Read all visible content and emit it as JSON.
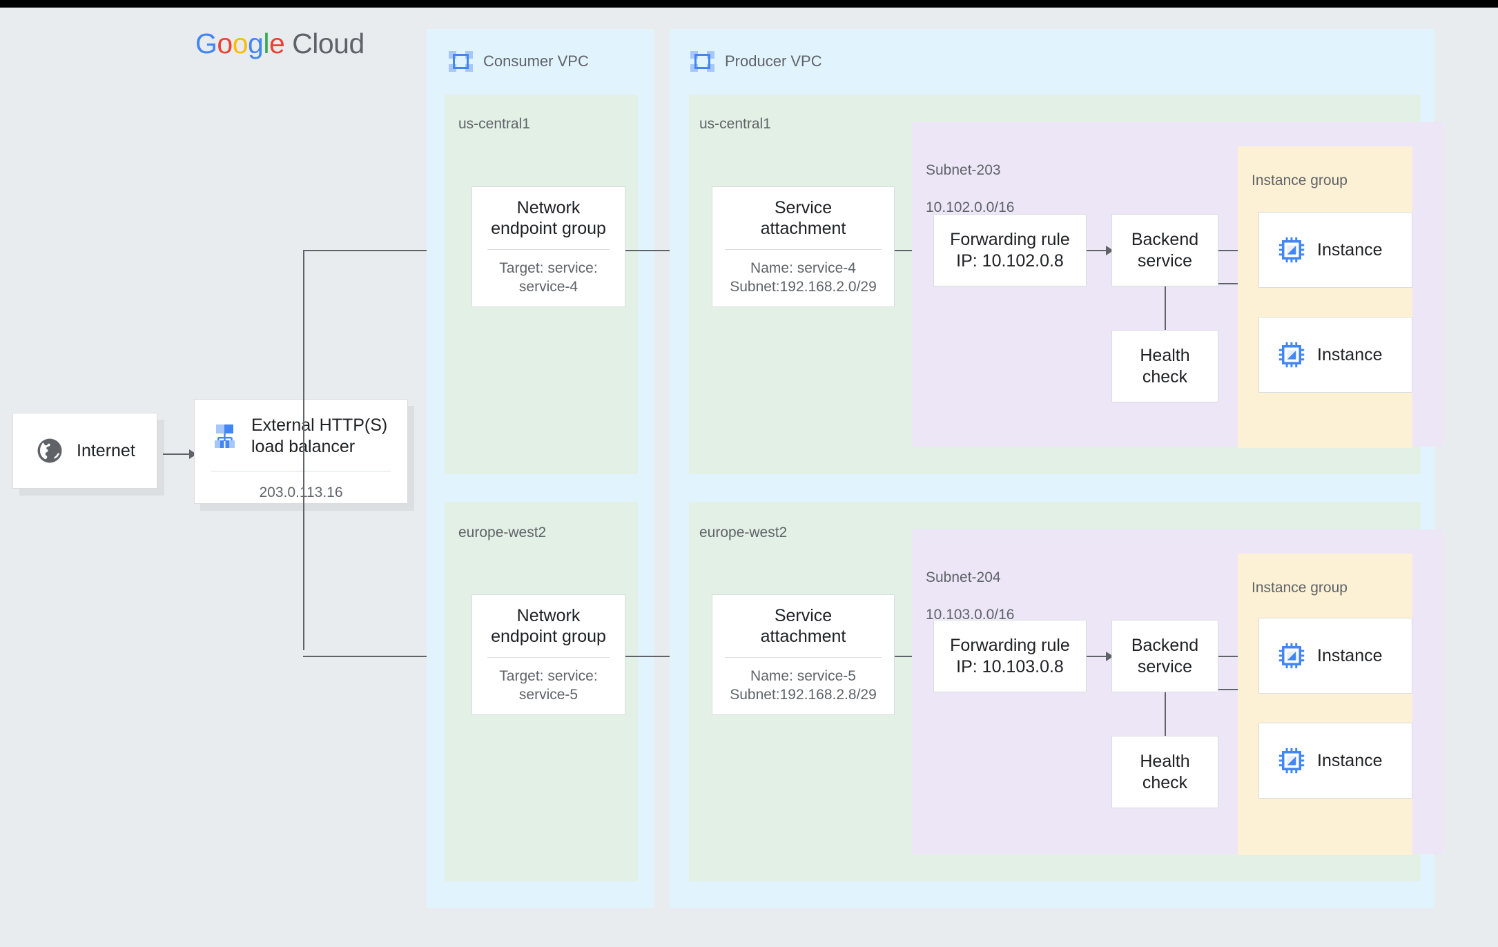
{
  "brand": {
    "google": "Google",
    "cloud": "Cloud",
    "colors": {
      "blue": "#4285f4",
      "red": "#ea4335",
      "yellow": "#fbbc05",
      "green": "#34a853",
      "gray": "#5f6368"
    }
  },
  "palette": {
    "canvas": "#e9ecef",
    "vpc": "#e1f3fd",
    "region": "#e3f0e6",
    "subnet": "#ece6f7",
    "instance_group": "#fdf1d5",
    "card": "#ffffff",
    "border": "#dadce0",
    "text": "#202124",
    "muted": "#5f6368",
    "connector": "#5f6368",
    "icon_blue": "#4285f4"
  },
  "internet": {
    "label": "Internet",
    "icon": "globe-icon"
  },
  "load_balancer": {
    "title": "External HTTP(S)\nload balancer",
    "ip": "203.0.113.16",
    "icon": "load-balancer-icon"
  },
  "consumer_vpc": {
    "title": "Consumer VPC",
    "icon": "vpc-icon",
    "regions": [
      {
        "name": "us-central1",
        "neg": {
          "title": "Network\nendpoint group",
          "sub": "Target: service:\nservice-4"
        }
      },
      {
        "name": "europe-west2",
        "neg": {
          "title": "Network\nendpoint group",
          "sub": "Target: service:\nservice-5"
        }
      }
    ]
  },
  "producer_vpc": {
    "title": "Producer VPC",
    "icon": "vpc-icon",
    "regions": [
      {
        "name": "us-central1",
        "service_attachment": {
          "title": "Service\nattachment",
          "sub": "Name: service-4\nSubnet:192.168.2.0/29"
        },
        "subnet": {
          "name": "Subnet-203",
          "cidr": "10.102.0.0/16"
        },
        "forwarding_rule": {
          "title": "Forwarding rule\nIP: 10.102.0.8"
        },
        "backend_service": {
          "title": "Backend\nservice"
        },
        "health_check": {
          "title": "Health\ncheck"
        },
        "instance_group": {
          "label": "Instance group",
          "instances": [
            {
              "label": "Instance",
              "icon": "cpu-instance-icon"
            },
            {
              "label": "Instance",
              "icon": "cpu-instance-icon"
            }
          ]
        }
      },
      {
        "name": "europe-west2",
        "service_attachment": {
          "title": "Service\nattachment",
          "sub": "Name: service-5\nSubnet:192.168.2.8/29"
        },
        "subnet": {
          "name": "Subnet-204",
          "cidr": "10.103.0.0/16"
        },
        "forwarding_rule": {
          "title": "Forwarding rule\nIP: 10.103.0.8"
        },
        "backend_service": {
          "title": "Backend\nservice"
        },
        "health_check": {
          "title": "Health\ncheck"
        },
        "instance_group": {
          "label": "Instance group",
          "instances": [
            {
              "label": "Instance",
              "icon": "cpu-instance-icon"
            },
            {
              "label": "Instance",
              "icon": "cpu-instance-icon"
            }
          ]
        }
      }
    ]
  }
}
